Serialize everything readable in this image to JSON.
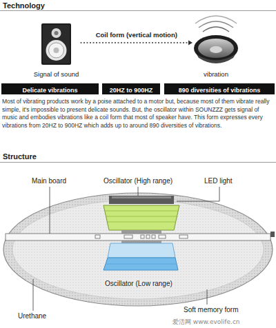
{
  "diagram": {
    "title": "Technology",
    "nodes": [
      {
        "text": [
          "Signal of sound"
        ]
      },
      {
        "text": [
          "vibration"
        ]
      },
      {
        "text": [
          "Delicate vibrations"
        ]
      },
      {
        "text": [
          "20HZ to 900HZ"
        ]
      },
      {
        "text": [
          "890 diversities of vibrations"
        ]
      }
    ],
    "edges": [
      {
        "from": 0,
        "to": 1,
        "arrow": "to",
        "label": "Coil form (vertical motion)"
      }
    ],
    "labels": [
      "Most of vibrating products work by a poise attached to a motor but, because most of them vibrate really simple, it's impossible to present delicate sounds. But, the oscillator within SOUNZZZ gets signal of music and embodies vibrations like a coil form that most of speaker have. This form expresses every vibrations from 20HZ to 900HZ which adds up to around 890 diversities of vibrations.",
      "Structure",
      "Main board",
      "Oscillator (High range)",
      "LED light",
      "Oscillator (Low range)",
      "Urethane",
      "Soft memory form",
      "爱活网 www.evolife.cn"
    ]
  }
}
